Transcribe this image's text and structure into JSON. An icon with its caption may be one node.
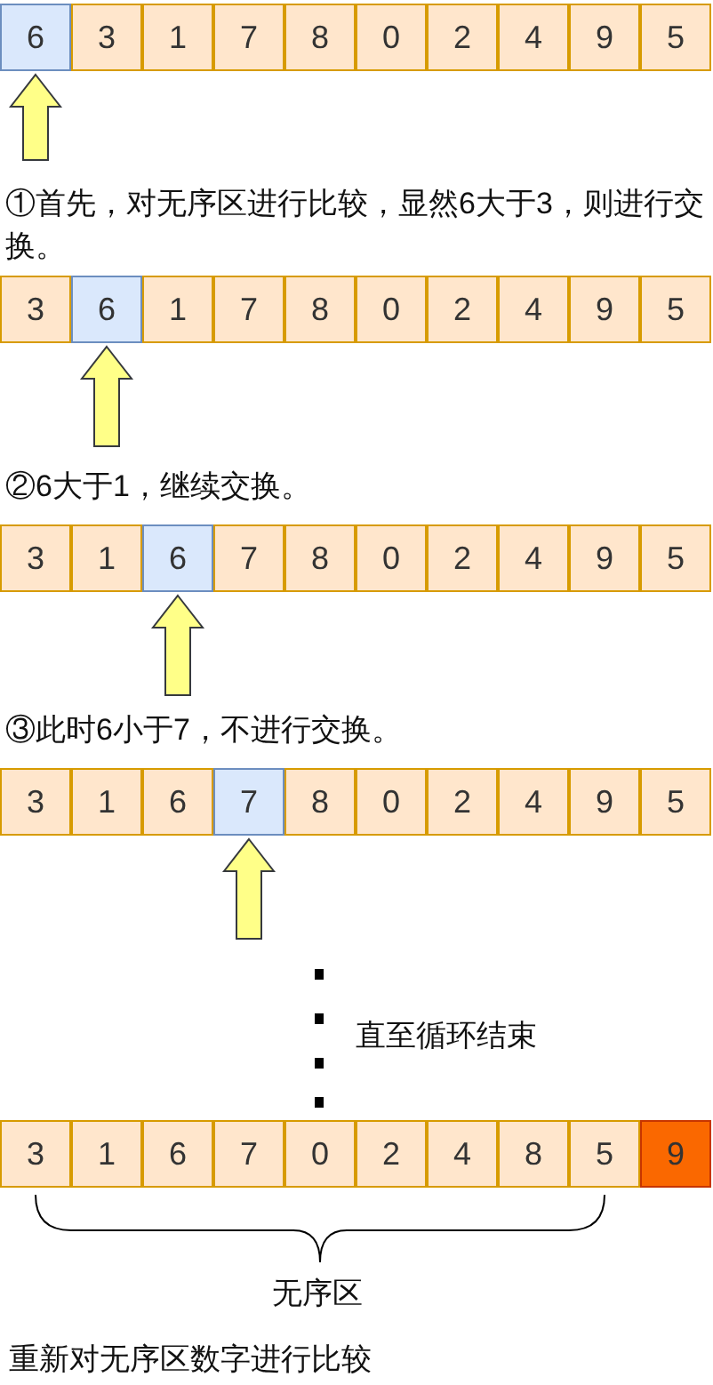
{
  "diagram": {
    "nodes": [
      {
        "text": [
          "6"
        ]
      },
      {
        "text": [
          "3"
        ]
      },
      {
        "text": [
          "1"
        ]
      },
      {
        "text": [
          "7"
        ]
      },
      {
        "text": [
          "8"
        ]
      },
      {
        "text": [
          "0"
        ]
      },
      {
        "text": [
          "2"
        ]
      },
      {
        "text": [
          "4"
        ]
      },
      {
        "text": [
          "9"
        ]
      },
      {
        "text": [
          "5"
        ]
      },
      {
        "text": [
          "3"
        ]
      },
      {
        "text": [
          "6"
        ]
      },
      {
        "text": [
          "1"
        ]
      },
      {
        "text": [
          "7"
        ]
      },
      {
        "text": [
          "8"
        ]
      },
      {
        "text": [
          "0"
        ]
      },
      {
        "text": [
          "2"
        ]
      },
      {
        "text": [
          "4"
        ]
      },
      {
        "text": [
          "9"
        ]
      },
      {
        "text": [
          "5"
        ]
      },
      {
        "text": [
          "3"
        ]
      },
      {
        "text": [
          "1"
        ]
      },
      {
        "text": [
          "6"
        ]
      },
      {
        "text": [
          "7"
        ]
      },
      {
        "text": [
          "8"
        ]
      },
      {
        "text": [
          "0"
        ]
      },
      {
        "text": [
          "2"
        ]
      },
      {
        "text": [
          "4"
        ]
      },
      {
        "text": [
          "9"
        ]
      },
      {
        "text": [
          "5"
        ]
      },
      {
        "text": [
          "3"
        ]
      },
      {
        "text": [
          "1"
        ]
      },
      {
        "text": [
          "6"
        ]
      },
      {
        "text": [
          "7"
        ]
      },
      {
        "text": [
          "8"
        ]
      },
      {
        "text": [
          "0"
        ]
      },
      {
        "text": [
          "2"
        ]
      },
      {
        "text": [
          "4"
        ]
      },
      {
        "text": [
          "9"
        ]
      },
      {
        "text": [
          "5"
        ]
      },
      {
        "text": [
          "3"
        ]
      },
      {
        "text": [
          "1"
        ]
      },
      {
        "text": [
          "6"
        ]
      },
      {
        "text": [
          "7"
        ]
      },
      {
        "text": [
          "0"
        ]
      },
      {
        "text": [
          "2"
        ]
      },
      {
        "text": [
          "4"
        ]
      },
      {
        "text": [
          "8"
        ]
      },
      {
        "text": [
          "5"
        ]
      },
      {
        "text": [
          "9"
        ]
      }
    ],
    "edges": [
      {
        "from": null,
        "to": 0,
        "arrow": "to"
      },
      {
        "from": null,
        "to": 11,
        "arrow": "to"
      },
      {
        "from": null,
        "to": 22,
        "arrow": "to"
      },
      {
        "from": null,
        "to": 33,
        "arrow": "to"
      }
    ],
    "labels": [
      "①首先，对无序区进行比较，显然6大于3，则进行交换。",
      "②6大于1，继续交换。",
      "③此时6小于7，不进行交换。",
      "直至循环结束",
      "无序区",
      "重新对无序区数字进行比较"
    ]
  }
}
